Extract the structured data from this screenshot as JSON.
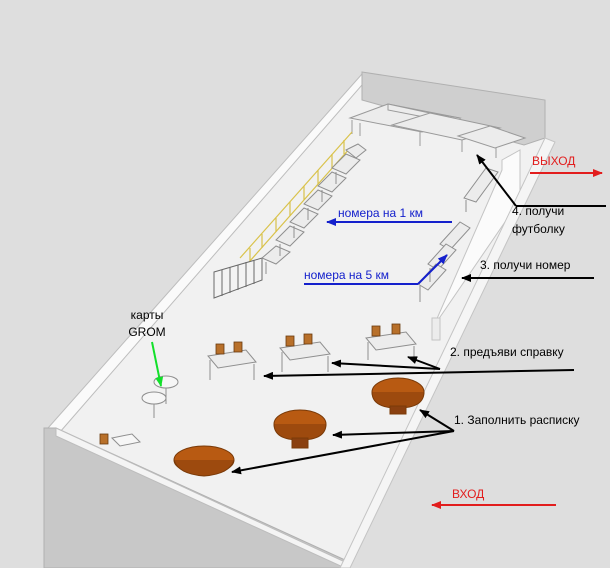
{
  "diagram": {
    "labels": {
      "exit": "ВЫХОД",
      "entrance": "ВХОД",
      "step1": "1. Заполнить расписку",
      "step2": "2. предъяви справку",
      "step3": "3. получи номер",
      "step4_line1": "4. получи",
      "step4_line2": "футболку",
      "numbers_1km": "номера на 1 км",
      "numbers_5km": "номера на 5 км",
      "maps_line1": "карты",
      "maps_line2": "GROM"
    },
    "colors": {
      "floor": "#f2f2f2",
      "wall_light": "#f7f7f7",
      "wall_shade": "#c9c9c9",
      "table": "#e9e9e9",
      "round_table": "#b85a12",
      "chair": "#b8702a",
      "railing": "#e8d66a",
      "arrow_black": "#000000",
      "arrow_blue": "#1420cc",
      "arrow_red": "#e21d1d",
      "arrow_green": "#12e02a"
    }
  }
}
